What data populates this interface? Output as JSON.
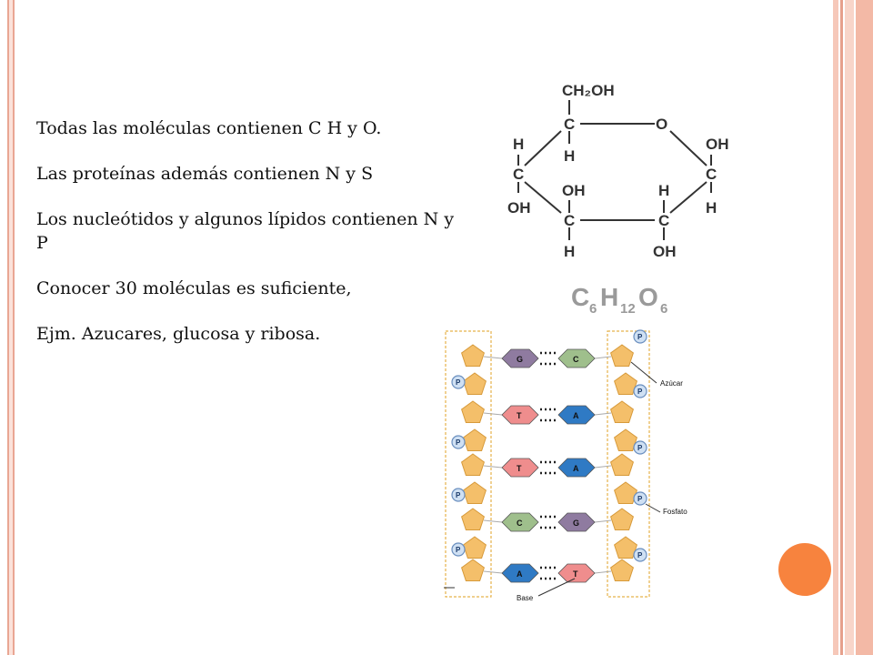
{
  "paragraphs": [
    "Todas las moléculas contienen C H y O.",
    "Las proteínas además contienen N y S",
    "Los nucleótidos y algunos lípidos contienen N y P",
    "Conocer 30 moléculas es suficiente,",
    "Ejm. Azucares, glucosa y ribosa."
  ],
  "glucose": {
    "top_group": "CH₂OH",
    "formula_base": [
      "C",
      "H",
      "O"
    ],
    "formula_sub": [
      "6",
      "12",
      "6"
    ],
    "atoms": {
      "c5": "C",
      "o_ring": "O",
      "h_c5": "H",
      "c4": "C",
      "h_c4": "H",
      "oh_c4": "OH",
      "c1": "C",
      "oh_c1": "OH",
      "h_c1": "H",
      "c3": "C",
      "oh_c3": "OH",
      "h_c3": "H",
      "c2": "C",
      "h_c2": "H",
      "oh_c2": "OH"
    }
  },
  "dna": {
    "phosphate": "P",
    "labels": {
      "sugar": "Azúcar",
      "phosphate": "Fosfato",
      "base": "Base"
    },
    "pairs": [
      {
        "left": "G",
        "right": "C"
      },
      {
        "left": "T",
        "right": "A"
      },
      {
        "left": "T",
        "right": "A"
      },
      {
        "left": "C",
        "right": "G"
      },
      {
        "left": "A",
        "right": "T"
      }
    ],
    "colors": {
      "G": "#8f7ba0",
      "C": "#9fbf8c",
      "T": "#ef8d8d",
      "A": "#2f7ac4",
      "sugar": "#f4bf6a",
      "phosphate": "#cfe0f3"
    }
  }
}
